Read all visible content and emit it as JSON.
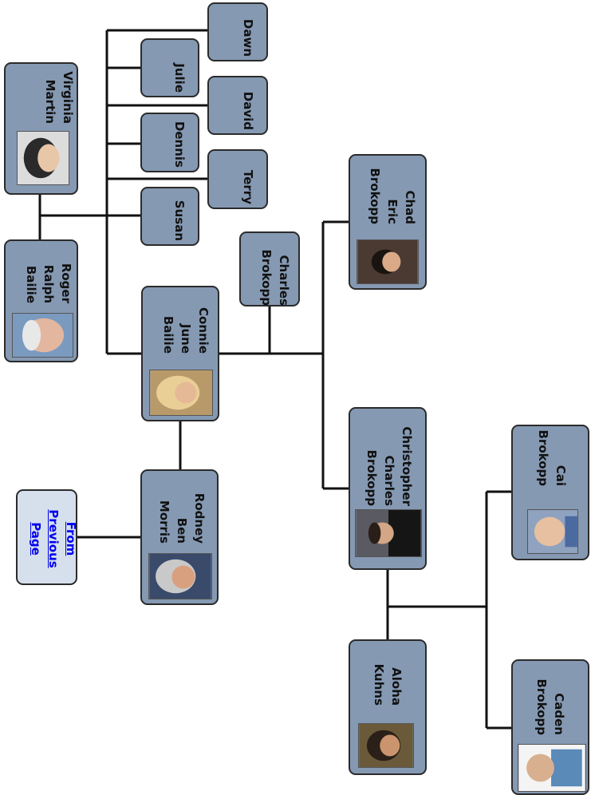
{
  "navigation": {
    "from_previous": [
      "From",
      "Previous",
      "Page"
    ]
  },
  "people": {
    "virginia": {
      "lines": [
        "Virginia",
        "Martin"
      ],
      "photo": "portrait-photo"
    },
    "roger": {
      "lines": [
        "Roger",
        "Ralph",
        "Bailie"
      ],
      "photo": "portrait-photo"
    },
    "dawn": {
      "lines": [
        "Dawn"
      ]
    },
    "julie": {
      "lines": [
        "Julie"
      ]
    },
    "david": {
      "lines": [
        "David"
      ]
    },
    "dennis": {
      "lines": [
        "Dennis"
      ]
    },
    "terry": {
      "lines": [
        "Terry"
      ]
    },
    "susan": {
      "lines": [
        "Susan"
      ]
    },
    "chad": {
      "lines": [
        "Chad",
        "Eric",
        "Brokopp"
      ],
      "photo": "portrait-photo"
    },
    "charles": {
      "lines": [
        "Charles",
        "Brokopp"
      ]
    },
    "connie": {
      "lines": [
        "Connie",
        "June",
        "Bailie"
      ],
      "photo": "portrait-photo"
    },
    "rodney": {
      "lines": [
        "Rodney",
        "Ben",
        "Morris"
      ],
      "photo": "portrait-photo"
    },
    "christopher": {
      "lines": [
        "Christopher",
        "Charles",
        "Brokopp"
      ],
      "photo": "portrait-photo"
    },
    "cai": {
      "lines": [
        "Cai",
        "Brokopp"
      ],
      "photo": "portrait-photo"
    },
    "aloha": {
      "lines": [
        "Aloha",
        "Kuhns"
      ],
      "photo": "portrait-photo"
    },
    "caden": {
      "lines": [
        "Caden",
        "Brokopp"
      ],
      "photo": "portrait-photo"
    }
  },
  "colors": {
    "box_fill": "#8599b3",
    "link_box_fill": "#d6e0ec",
    "connector": "#111111",
    "link_text": "#0000ee"
  }
}
